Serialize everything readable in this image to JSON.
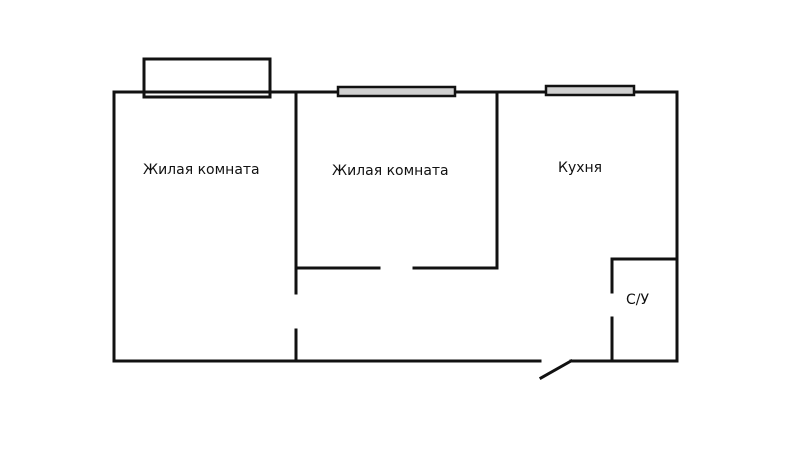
{
  "rooms": {
    "living_room_1": "Жилая комната",
    "living_room_2": "Жилая комната",
    "kitchen": "Кухня",
    "bathroom": "С/У"
  },
  "colors": {
    "wall": "#111111",
    "window_fill": "#d0d0d0"
  }
}
